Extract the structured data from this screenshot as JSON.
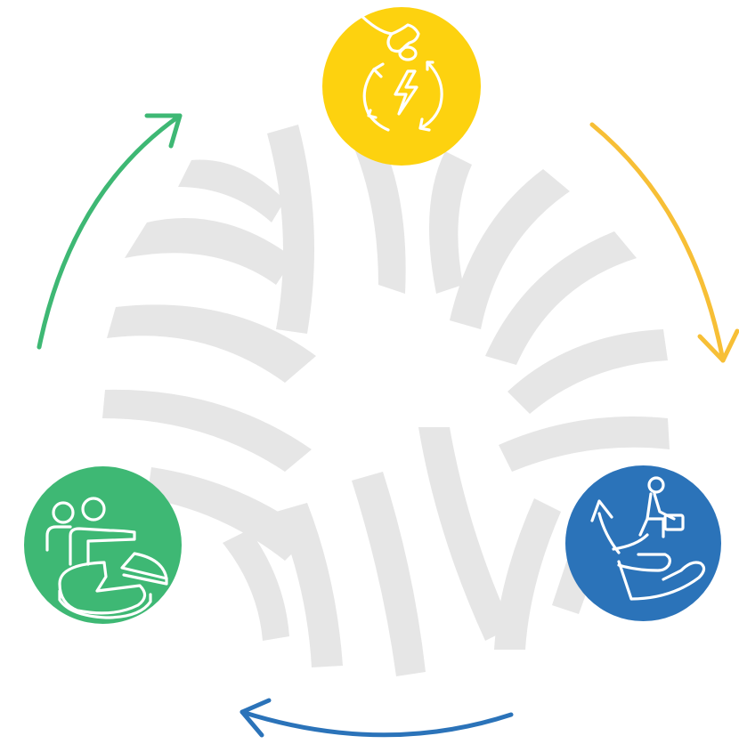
{
  "colors": {
    "background": "#ffffff",
    "watermark": "#e6e6e6",
    "yellow": "#fdd20f",
    "yellow_arrow": "#f7bf36",
    "blue": "#2b73b9",
    "green": "#3eb874",
    "icon_stroke": "#ffffff"
  },
  "nodes": [
    {
      "id": "top",
      "icon": "hand-recycle-energy-icon",
      "color": "#fdd20f"
    },
    {
      "id": "right",
      "icon": "hand-lifting-worker-growth-icon",
      "color": "#2b73b9"
    },
    {
      "id": "left",
      "icon": "people-pie-chart-icon",
      "color": "#3eb874"
    }
  ],
  "arrows": [
    {
      "from": "top",
      "to": "right",
      "color": "#f7bf36",
      "icon": "curved-arrow-clockwise"
    },
    {
      "from": "right",
      "to": "left",
      "color": "#2b73b9",
      "icon": "curved-arrow-clockwise"
    },
    {
      "from": "left",
      "to": "top",
      "color": "#3eb874",
      "icon": "curved-arrow-clockwise"
    }
  ],
  "background_motif": "woven-circle-watermark"
}
